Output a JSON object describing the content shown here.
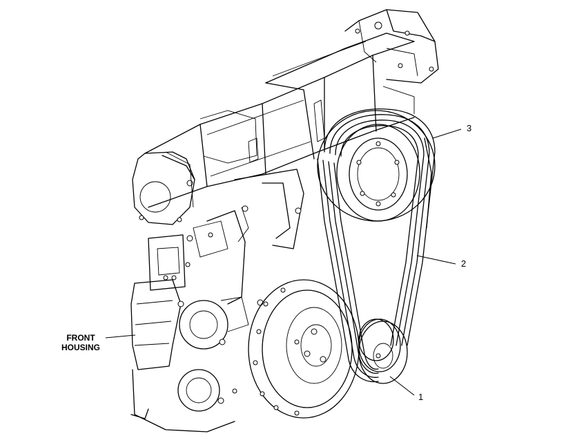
{
  "callouts": {
    "c1": "1",
    "c2": "2",
    "c3": "3"
  },
  "front_housing": {
    "line1": "FRONT",
    "line2": "HOUSING"
  }
}
